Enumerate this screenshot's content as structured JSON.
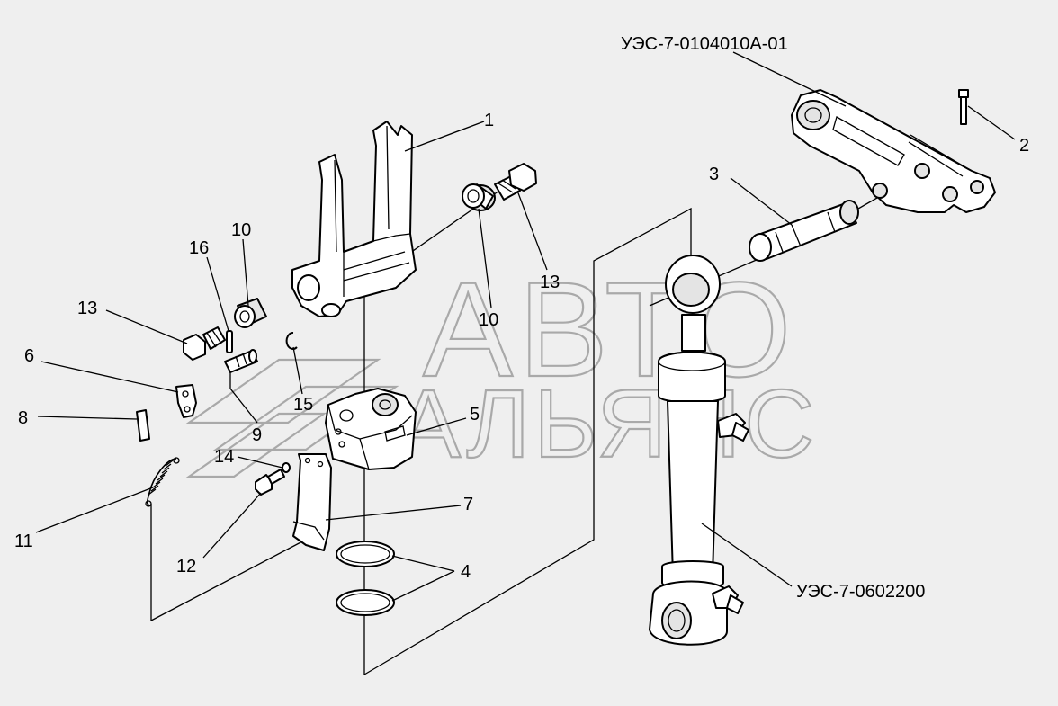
{
  "watermark": {
    "line1": "АВТО",
    "line2": "АЛЬЯНС"
  },
  "labels": {
    "assembly_top": "УЭС-7-0104010А-01",
    "assembly_cylinder": "УЭС-7-0602200",
    "p1": "1",
    "p2": "2",
    "p3": "3",
    "p4": "4",
    "p5": "5",
    "p6": "6",
    "p7": "7",
    "p8": "8",
    "p9": "9",
    "p10a": "10",
    "p10b": "10",
    "p11": "11",
    "p12": "12",
    "p13a": "13",
    "p13b": "13",
    "p14": "14",
    "p15": "15",
    "p16": "16"
  }
}
